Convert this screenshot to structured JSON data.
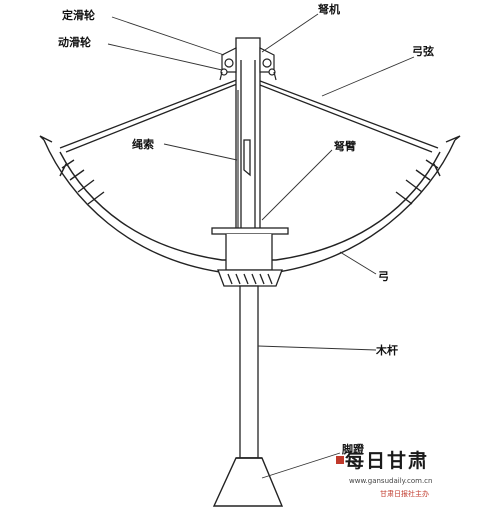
{
  "labels": {
    "fixed_pulley": "定滑轮",
    "moving_pulley": "动滑轮",
    "trigger": "弩机",
    "bowstring": "弓弦",
    "rope": "绳索",
    "stock": "弩臂",
    "bow": "弓",
    "pole": "木杆",
    "stirrup": "脚蹬"
  },
  "watermark": {
    "logo": "每日甘肃",
    "url": "www.gansudaily.com.cn",
    "note": "甘肃日报社主办"
  }
}
